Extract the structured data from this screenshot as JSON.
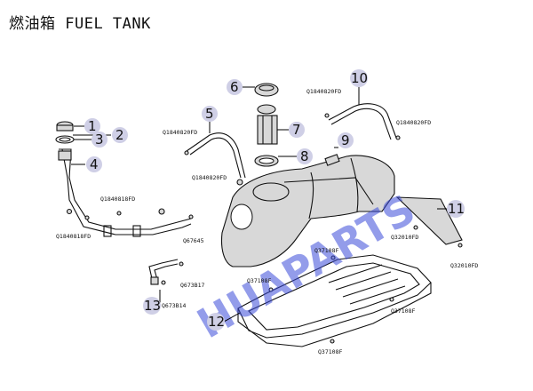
{
  "title": "燃油箱 FUEL TANK",
  "watermark": "HUAPARTS",
  "callouts": [
    {
      "num": "1"
    },
    {
      "num": "2"
    },
    {
      "num": "3"
    },
    {
      "num": "4"
    },
    {
      "num": "5"
    },
    {
      "num": "6"
    },
    {
      "num": "7"
    },
    {
      "num": "8"
    },
    {
      "num": "9"
    },
    {
      "num": "10"
    },
    {
      "num": "11"
    },
    {
      "num": "12"
    },
    {
      "num": "13"
    }
  ],
  "codes": [
    {
      "text": "Q1840820FD"
    },
    {
      "text": "Q1840820FD"
    },
    {
      "text": "Q1840820FD"
    },
    {
      "text": "Q1840820FD"
    },
    {
      "text": "Q1840818FD"
    },
    {
      "text": "Q1840818FD"
    },
    {
      "text": "Q67645"
    },
    {
      "text": "Q673B17"
    },
    {
      "text": "Q673B14"
    },
    {
      "text": "Q37108F"
    },
    {
      "text": "Q37108F"
    },
    {
      "text": "Q37108F"
    },
    {
      "text": "Q37108F"
    },
    {
      "text": "Q32010FD"
    },
    {
      "text": "Q32010FD"
    }
  ],
  "colors": {
    "badge": "#cfcfe6",
    "watermark": "#3a4bd8",
    "line": "#111111"
  }
}
